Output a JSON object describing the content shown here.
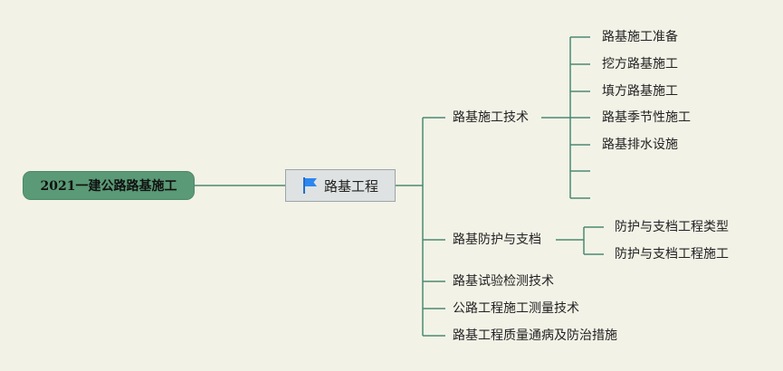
{
  "root": {
    "label": "2021一建公路路基施工"
  },
  "main": {
    "label": "路基工程",
    "icon": "flag-icon"
  },
  "line_color": "#4a8a72",
  "branches": [
    {
      "label": "路基施工技术",
      "children": [
        "路基施工准备",
        "挖方路基施工",
        "填方路基施工",
        "路基季节性施工",
        "路基排水设施",
        "",
        ""
      ]
    },
    {
      "label": "路基防护与支档",
      "children": [
        "防护与支档工程类型",
        "防护与支档工程施工"
      ]
    },
    {
      "label": "路基试验检测技术",
      "children": []
    },
    {
      "label": "公路工程施工测量技术",
      "children": []
    },
    {
      "label": "路基工程质量通病及防治措施",
      "children": []
    }
  ]
}
